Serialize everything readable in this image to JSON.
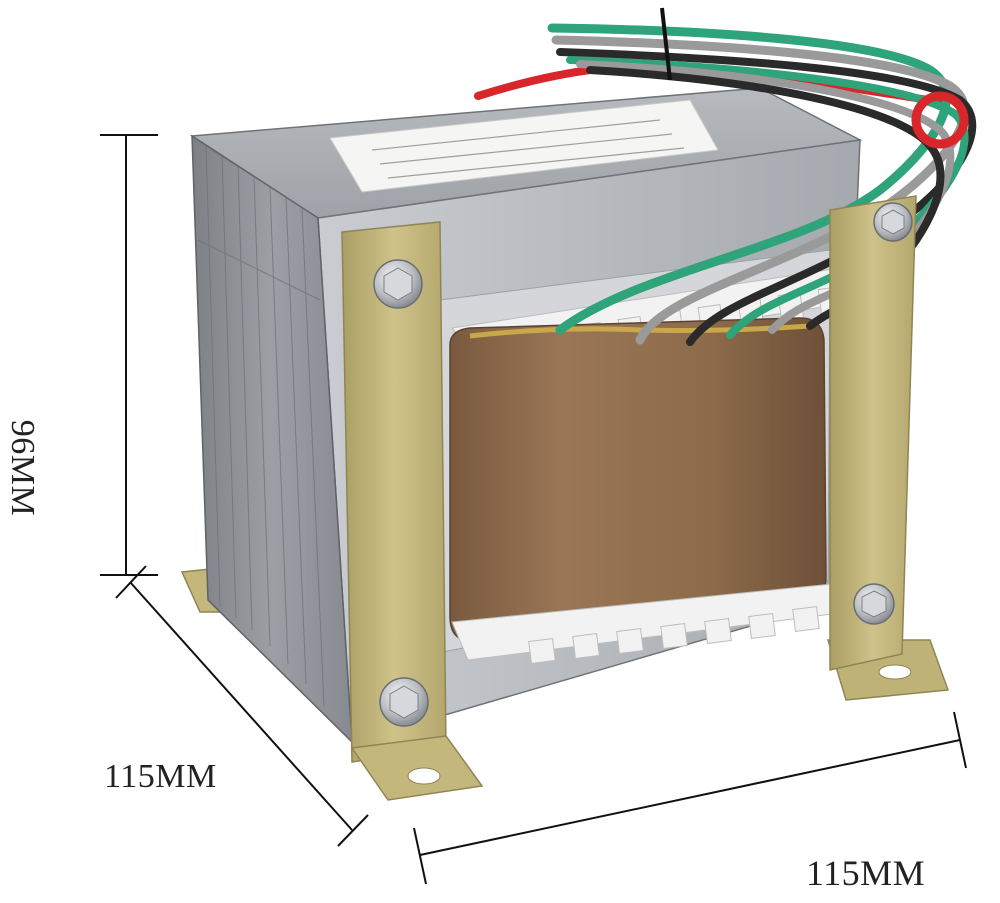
{
  "image": {
    "subject": "transformer-icon",
    "dimensions": {
      "height": "96MM",
      "depth": "115MM",
      "width": "115MM"
    },
    "colors": {
      "background": "#ffffff",
      "core": "#8d9196",
      "bracket": "#c2b57a",
      "coil": "#8c6a4a",
      "bobbin": "#f2f2f2",
      "wire_green": "#2fa37a",
      "wire_red": "#d8262b",
      "wire_black": "#2a2a2a",
      "wire_gray": "#9a9a9a",
      "dimension_line": "#111111"
    }
  }
}
